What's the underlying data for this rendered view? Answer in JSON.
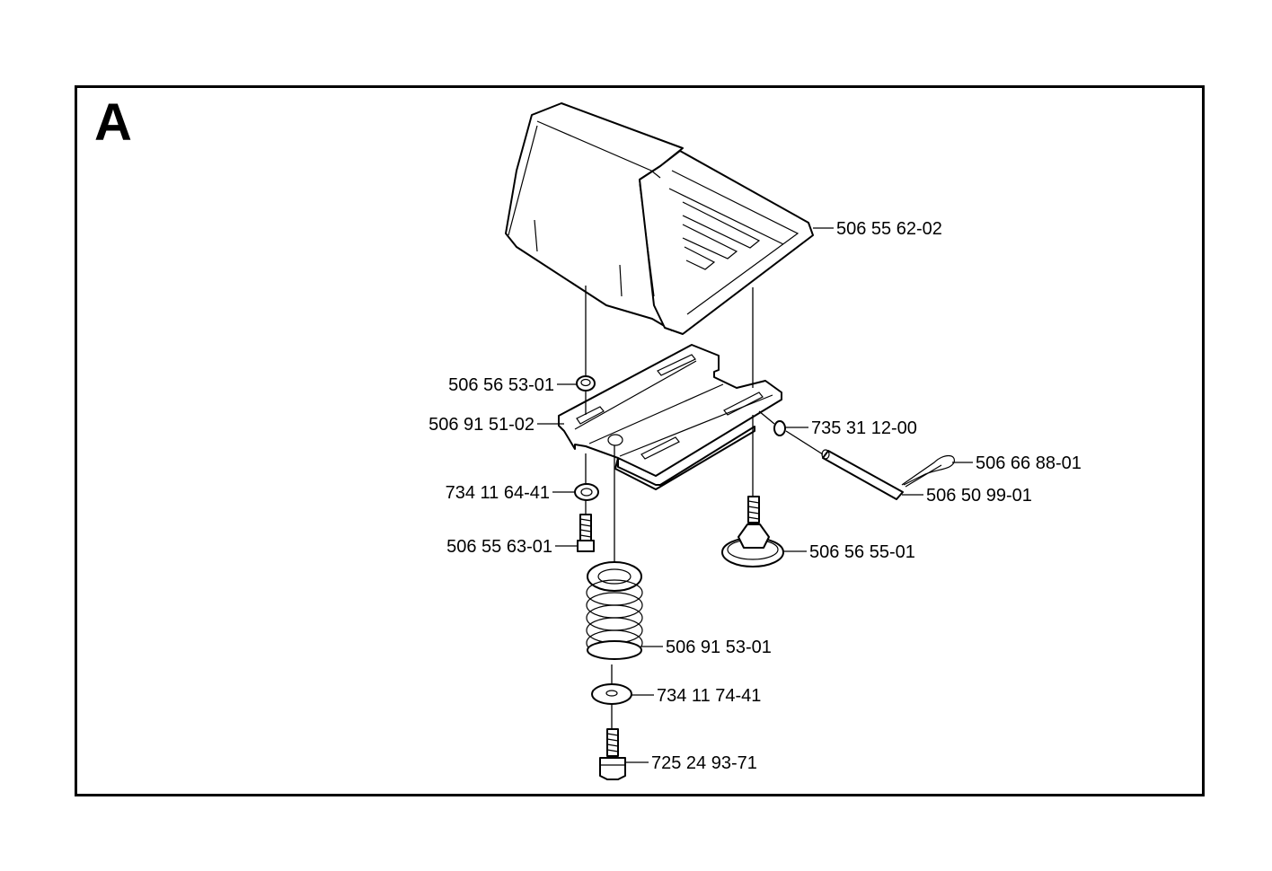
{
  "section_letter": "A",
  "parts": [
    {
      "id": "seat",
      "number": "506 55 62-02"
    },
    {
      "id": "nut",
      "number": "506 56 53-01"
    },
    {
      "id": "bracket",
      "number": "506 91 51-02"
    },
    {
      "id": "washer-small",
      "number": "734 11 64-41"
    },
    {
      "id": "screw",
      "number": "506 55 63-01"
    },
    {
      "id": "spring",
      "number": "506 91 53-01"
    },
    {
      "id": "washer-large",
      "number": "734 11 74-41"
    },
    {
      "id": "bolt",
      "number": "725 24 93-71"
    },
    {
      "id": "ring",
      "number": "735 31 12-00"
    },
    {
      "id": "clip",
      "number": "506 66 88-01"
    },
    {
      "id": "pin",
      "number": "506 50 99-01"
    },
    {
      "id": "knob",
      "number": "506 56 55-01"
    }
  ]
}
